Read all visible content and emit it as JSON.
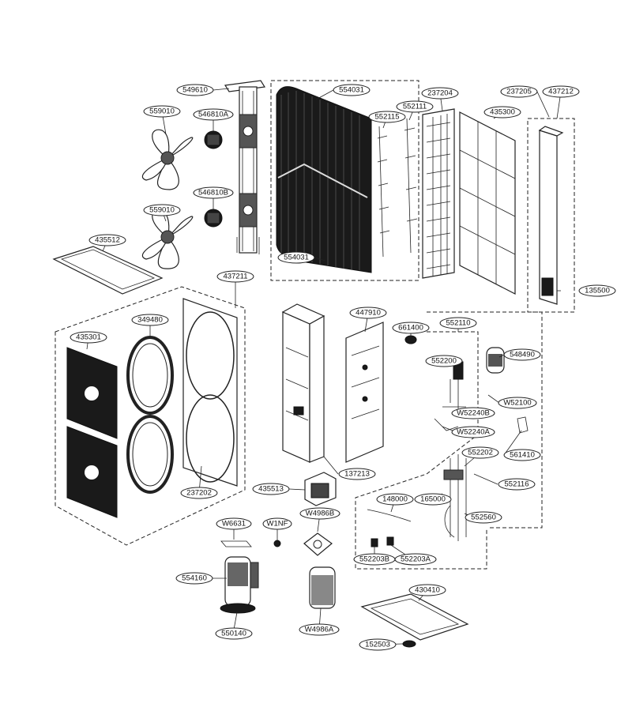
{
  "labels": [
    {
      "id": "549610",
      "text": "549610"
    },
    {
      "id": "554031a",
      "text": "554031"
    },
    {
      "id": "237204",
      "text": "237204"
    },
    {
      "id": "237205",
      "text": "237205"
    },
    {
      "id": "437212",
      "text": "437212"
    },
    {
      "id": "559010a",
      "text": "559010"
    },
    {
      "id": "546810A",
      "text": "546810A"
    },
    {
      "id": "552111",
      "text": "552111"
    },
    {
      "id": "552115",
      "text": "552115"
    },
    {
      "id": "435300",
      "text": "435300"
    },
    {
      "id": "546810B",
      "text": "546810B"
    },
    {
      "id": "559010b",
      "text": "559010"
    },
    {
      "id": "554031b",
      "text": "554031"
    },
    {
      "id": "435512",
      "text": "435512"
    },
    {
      "id": "437211",
      "text": "437211"
    },
    {
      "id": "135500",
      "text": "135500"
    },
    {
      "id": "447910",
      "text": "447910"
    },
    {
      "id": "661400",
      "text": "661400"
    },
    {
      "id": "349480",
      "text": "349480"
    },
    {
      "id": "435301",
      "text": "435301"
    },
    {
      "id": "552110",
      "text": "552110"
    },
    {
      "id": "548490",
      "text": "548490"
    },
    {
      "id": "552200",
      "text": "552200"
    },
    {
      "id": "W52100",
      "text": "W52100"
    },
    {
      "id": "W52240B",
      "text": "W52240B"
    },
    {
      "id": "W52240A",
      "text": "W52240A"
    },
    {
      "id": "561410",
      "text": "561410"
    },
    {
      "id": "552202",
      "text": "552202"
    },
    {
      "id": "137213",
      "text": "137213"
    },
    {
      "id": "552116",
      "text": "552116"
    },
    {
      "id": "237202",
      "text": "237202"
    },
    {
      "id": "435513",
      "text": "435513"
    },
    {
      "id": "148000",
      "text": "148000"
    },
    {
      "id": "165000",
      "text": "165000"
    },
    {
      "id": "W4986B",
      "text": "W4986B"
    },
    {
      "id": "552560",
      "text": "552560"
    },
    {
      "id": "W6631",
      "text": "W6631"
    },
    {
      "id": "W1NF",
      "text": "W1NF"
    },
    {
      "id": "552203B",
      "text": "552203B"
    },
    {
      "id": "552203A",
      "text": "552203A"
    },
    {
      "id": "554160",
      "text": "554160"
    },
    {
      "id": "430410",
      "text": "430410"
    },
    {
      "id": "550140",
      "text": "550140"
    },
    {
      "id": "W4986A",
      "text": "W4986A"
    },
    {
      "id": "152503",
      "text": "152503"
    }
  ]
}
